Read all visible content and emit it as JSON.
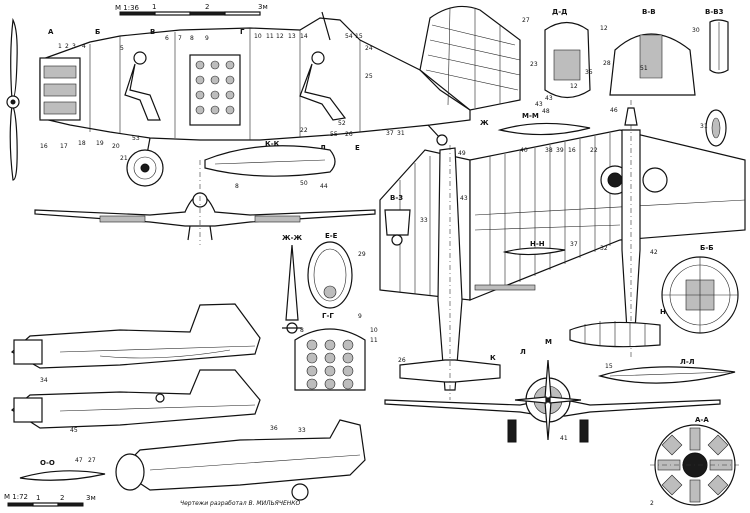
{
  "scale_top": {
    "label": "M 1:36",
    "ticks": [
      "1",
      "2",
      "3м"
    ]
  },
  "scale_bottom": {
    "label": "M 1:72",
    "ticks": [
      "1",
      "2",
      "3м"
    ]
  },
  "credit": "Чертежи разработал В. МИЛЬЯЧЕНКО",
  "sections": {
    "a": "А",
    "b": "Б",
    "v": "В",
    "g": "Г",
    "d": "Д",
    "e": "Е",
    "zh": "Ж",
    "k": "К",
    "l": "Л",
    "m": "М",
    "n": "Н",
    "dd": "Д-Д",
    "vv": "В-В",
    "vv3": "В-В3",
    "kk": "К-К",
    "mm": "М-М",
    "ee": "Е-Е",
    "gg": "Г-Г",
    "zhzh": "Ж-Ж",
    "nn": "Н-Н",
    "bb": "Б-Б",
    "ll": "Л-Л",
    "aa": "А-А",
    "oo": "О-О",
    "vz": "В-3"
  },
  "callouts": {
    "n1": "1",
    "n2": "2",
    "n3": "3",
    "n4": "4",
    "n5": "5",
    "n6": "6",
    "n7": "7",
    "n8": "8",
    "n9": "9",
    "n10": "10",
    "n11": "11",
    "n12": "12",
    "n13": "13",
    "n14": "14",
    "n15": "15",
    "n16": "16",
    "n17": "17",
    "n18": "18",
    "n19": "19",
    "n20": "20",
    "n21": "21",
    "n22": "22",
    "n23": "23",
    "n24": "24",
    "n25": "25",
    "n26": "26",
    "n27": "27",
    "n28": "28",
    "n29": "29",
    "n30": "30",
    "n31": "31",
    "n32": "32",
    "n33": "33",
    "n34": "34",
    "n35": "35",
    "n36": "36",
    "n37": "37",
    "n38": "38",
    "n39": "39",
    "n40": "40",
    "n41": "41",
    "n42": "42",
    "n43": "43",
    "n44": "44",
    "n45": "45",
    "n46": "46",
    "n47": "47",
    "n48": "48",
    "n49": "49",
    "n50": "50",
    "n51": "51",
    "n52": "52",
    "n53": "53",
    "n54": "54",
    "n55": "55"
  },
  "colors": {
    "ink": "#111111",
    "paper": "#ffffff",
    "hatch": "#bdbdbd"
  }
}
